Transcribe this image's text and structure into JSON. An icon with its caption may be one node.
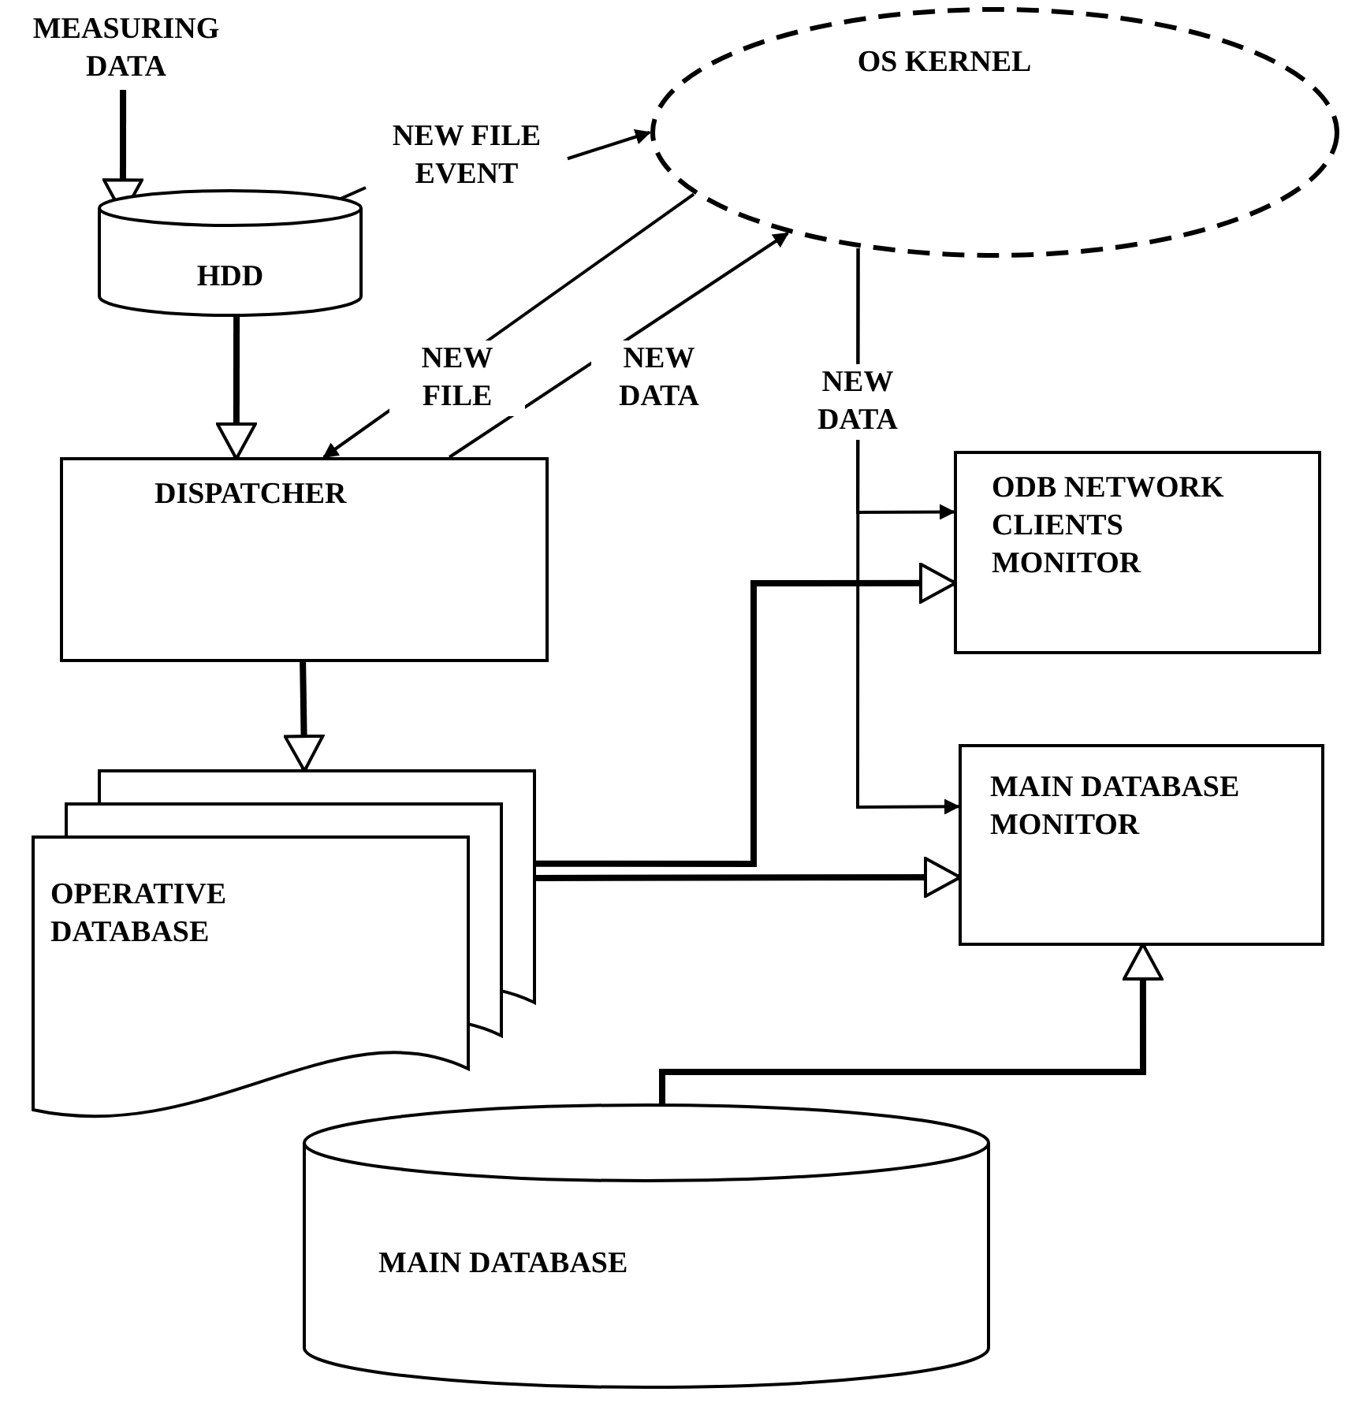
{
  "diagram": {
    "nodes": [
      {
        "text": [
          "MEASURING DATA"
        ]
      },
      {
        "text": [
          "HDD"
        ]
      },
      {
        "text": [
          "NEW FILE EVENT"
        ]
      },
      {
        "text": [
          "OS KERNEL"
        ]
      },
      {
        "text": [
          "DISPATCHER"
        ]
      },
      {
        "text": [
          "OPERATIVE DATABASE"
        ]
      },
      {
        "text": [
          "ODB NETWORK CLIENTS MONITOR"
        ]
      },
      {
        "text": [
          "MAIN DATABASE MONITOR"
        ]
      },
      {
        "text": [
          "MAIN DATABASE"
        ]
      }
    ],
    "edges": [
      {
        "from": 0,
        "to": 1,
        "arrow": "to",
        "style": "thick"
      },
      {
        "from": 1,
        "to": 4,
        "arrow": "to",
        "style": "thick"
      },
      {
        "from": 1,
        "to": 2,
        "arrow": "none"
      },
      {
        "from": 2,
        "to": 3,
        "arrow": "to"
      },
      {
        "from": 3,
        "to": 4,
        "arrow": "to",
        "label": "NEW FILE"
      },
      {
        "from": 4,
        "to": 3,
        "arrow": "to",
        "label": "NEW DATA"
      },
      {
        "from": 3,
        "to": 6,
        "arrow": "to",
        "label": "NEW DATA"
      },
      {
        "from": 3,
        "to": 7,
        "arrow": "to"
      },
      {
        "from": 4,
        "to": 5,
        "arrow": "to",
        "style": "thick"
      },
      {
        "from": 5,
        "to": 6,
        "arrow": "to",
        "style": "thick"
      },
      {
        "from": 5,
        "to": 7,
        "arrow": "to",
        "style": "thick"
      },
      {
        "from": 8,
        "to": 7,
        "arrow": "both",
        "style": "thick"
      }
    ]
  }
}
